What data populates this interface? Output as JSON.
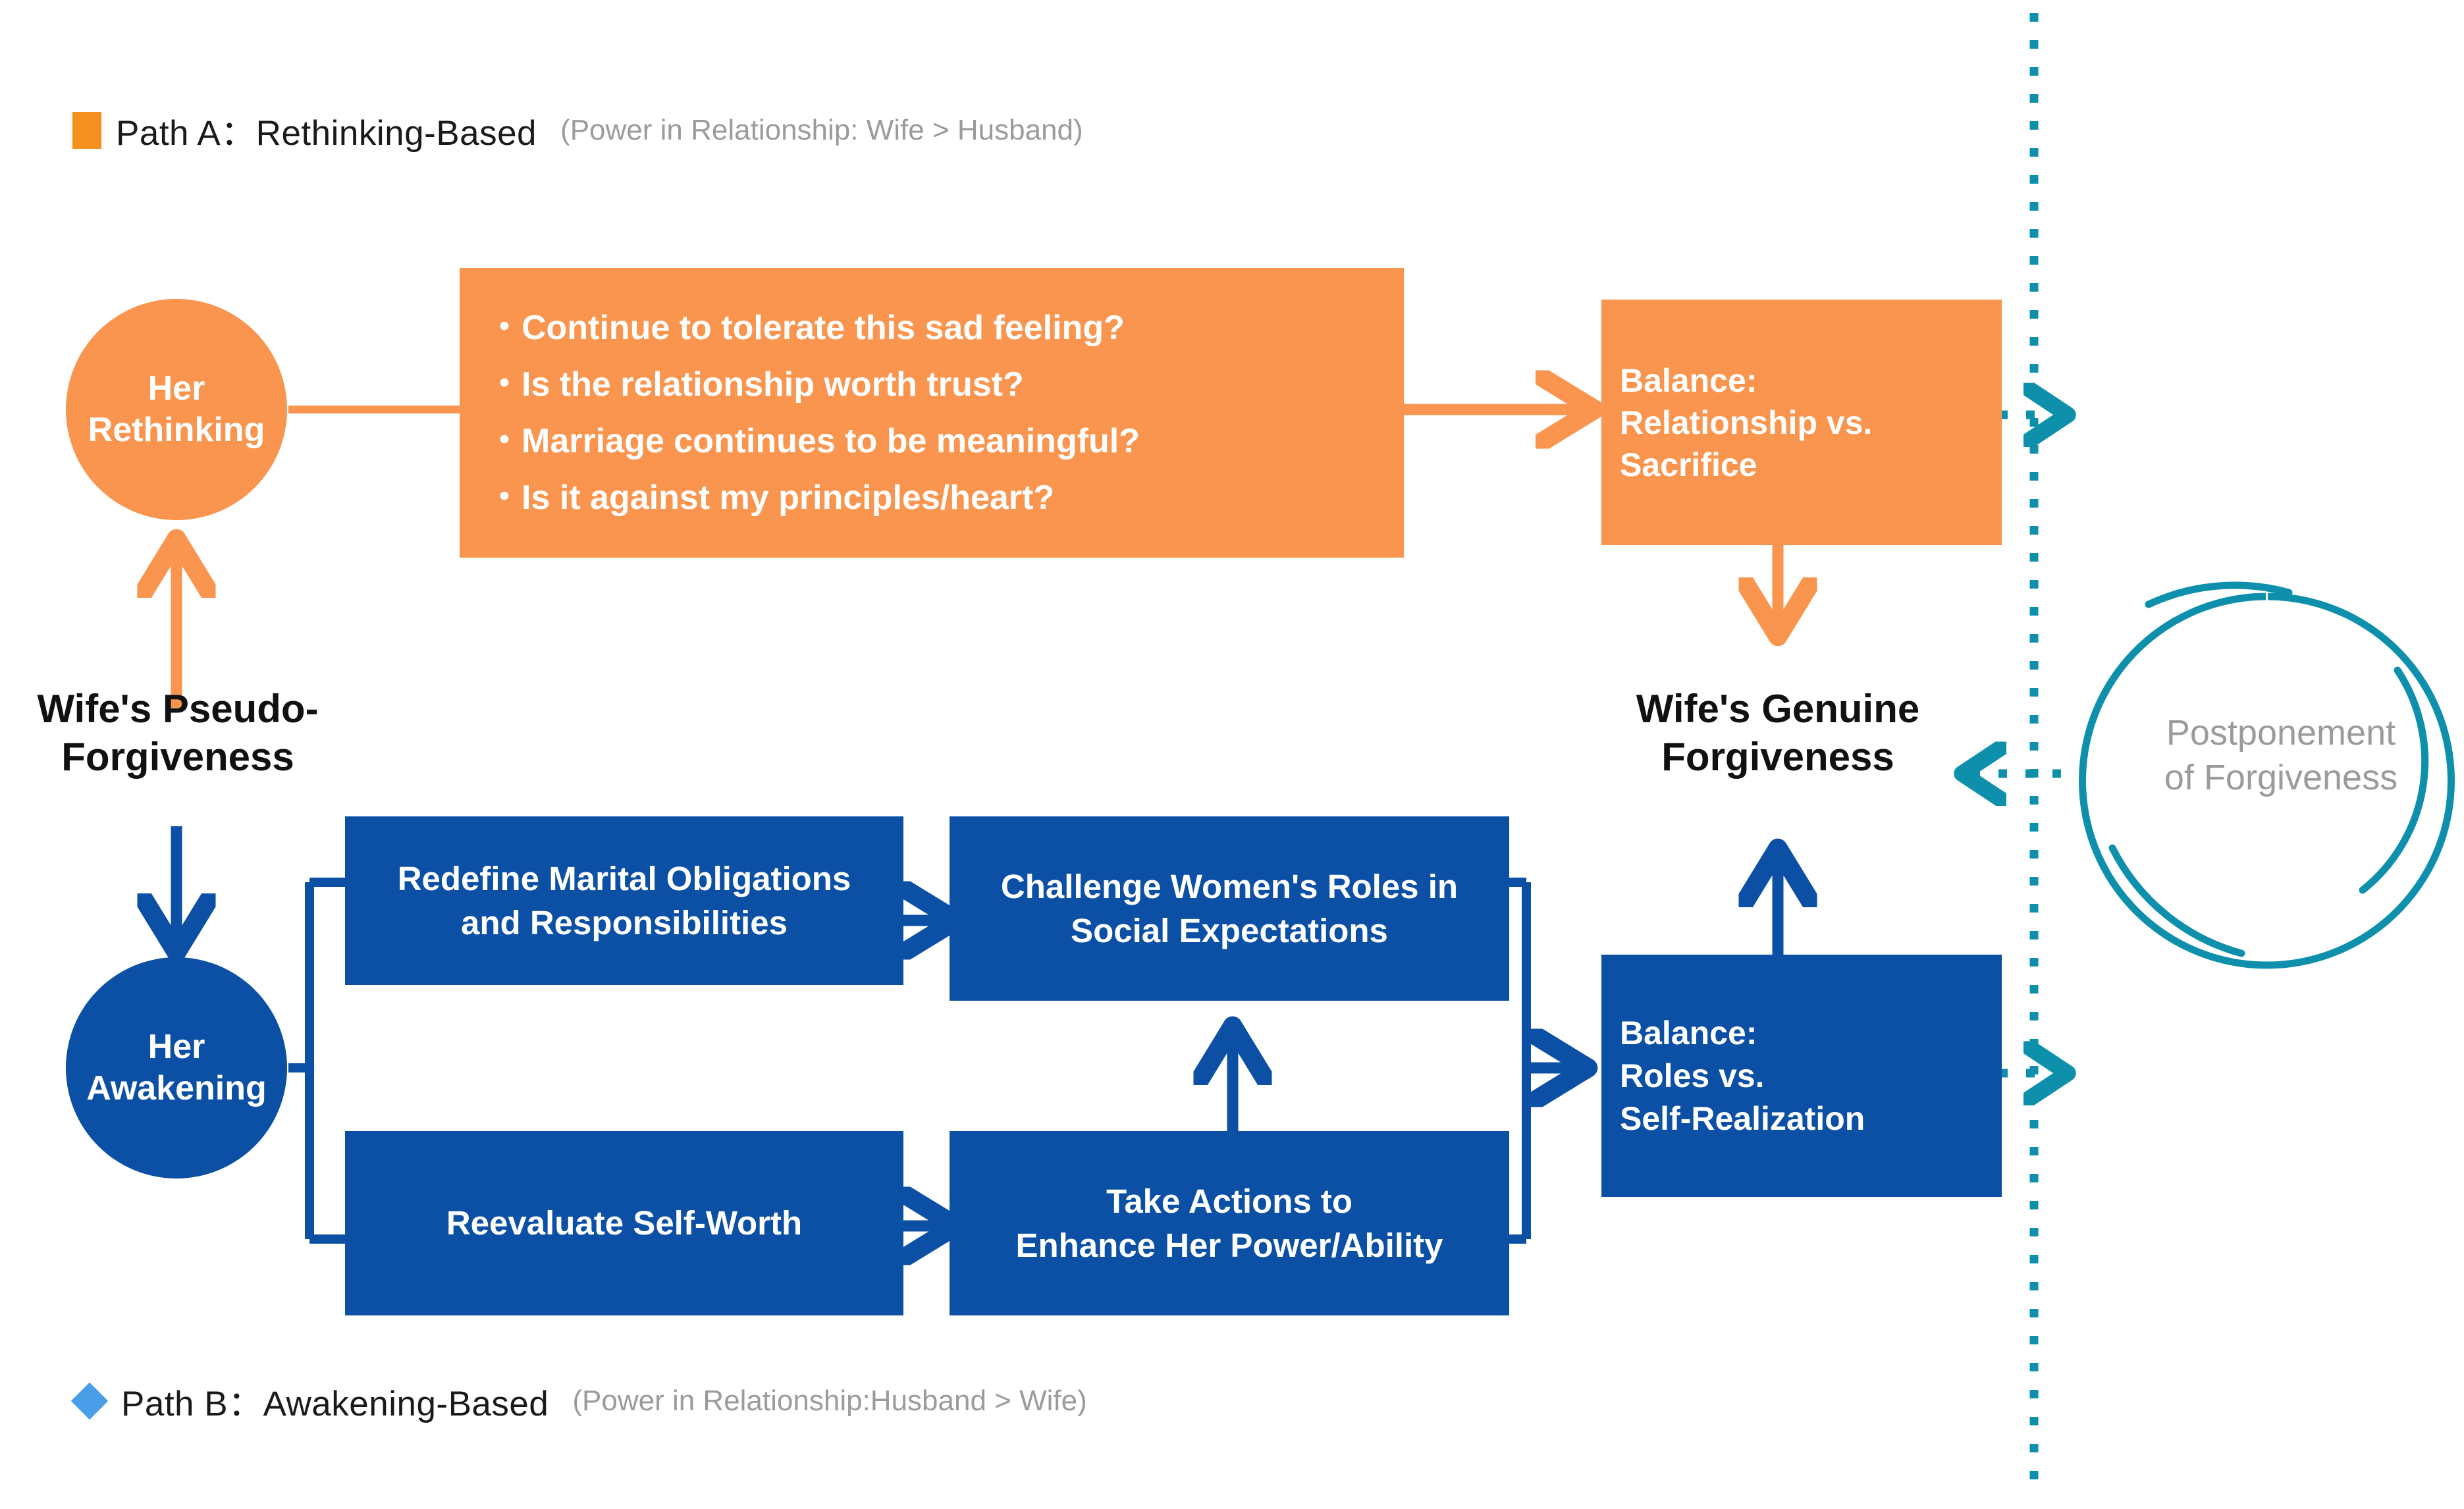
{
  "colors": {
    "orange": "#F9954E",
    "orange_legend": "#F4901E",
    "blue": "#0B50A4",
    "blue_legend": "#4A9EE8",
    "teal": "#0E90AD",
    "gray_text": "#9b9b9b",
    "black_text": "#111111",
    "white": "#FFFFFF"
  },
  "legends": {
    "path_a": {
      "marker": "orange-square-marker",
      "title": "Path A：Rethinking-Based",
      "subtitle": "(Power in Relationship:  Wife > Husband)"
    },
    "path_b": {
      "marker": "blue-diamond-marker",
      "title": "Path B：Awakening-Based",
      "subtitle": "(Power in Relationship:Husband > Wife)"
    }
  },
  "nodes": {
    "pseudo_forgiveness": "Wife's Pseudo-\nForgiveness",
    "pseudo_forgiveness_line1": "Wife's Pseudo-",
    "pseudo_forgiveness_line2": "Forgiveness",
    "genuine_forgiveness_line1": "Wife's Genuine",
    "genuine_forgiveness_line2": "Forgiveness",
    "her_rethinking": "Her\nRethinking",
    "her_rethinking_line1": "Her",
    "her_rethinking_line2": "Rethinking",
    "her_awakening_line1": "Her",
    "her_awakening_line2": "Awakening",
    "postponement_line1": "Postponement",
    "postponement_line2": "of Forgiveness"
  },
  "rethinking_questions": [
    "・Continue to tolerate this sad feeling?",
    "・Is the relationship worth trust?",
    "・Marriage continues to be meaningful?",
    "・Is it against my principles/heart?"
  ],
  "balance_a": {
    "line1": "Balance:",
    "line2": "Relationship vs.",
    "line3": "Sacrifice"
  },
  "balance_b": {
    "line1": "Balance:",
    "line2": "Roles vs.",
    "line3": "Self-Realization"
  },
  "awakening_steps": {
    "top_left_line1": "Redefine Marital Obligations",
    "top_left_line2": "and Responsibilities",
    "top_right_line1": "Challenge Women's Roles in",
    "top_right_line2": "Social Expectations",
    "bottom_left": "Reevaluate Self-Worth",
    "bottom_right_line1": "Take Actions to",
    "bottom_right_line2": "Enhance Her Power/Ability"
  }
}
